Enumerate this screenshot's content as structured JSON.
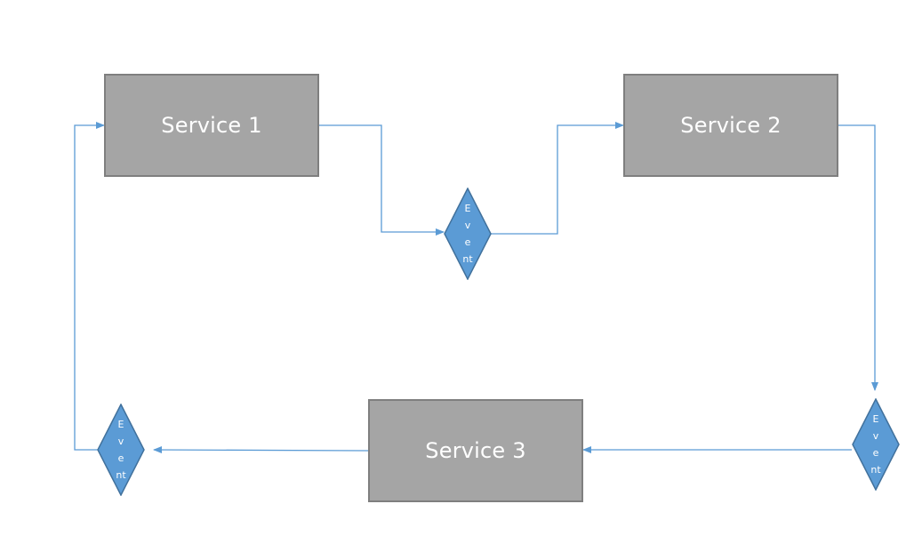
{
  "diagram": {
    "services": [
      {
        "id": "service-1",
        "label": "Service 1"
      },
      {
        "id": "service-2",
        "label": "Service 2"
      },
      {
        "id": "service-3",
        "label": "Service 3"
      }
    ],
    "events": [
      {
        "id": "event-1",
        "label": "Event"
      },
      {
        "id": "event-2",
        "label": "Event"
      },
      {
        "id": "event-3",
        "label": "Event"
      }
    ],
    "edges": [
      {
        "from": "service-1",
        "to": "event-1"
      },
      {
        "from": "event-1",
        "to": "service-2"
      },
      {
        "from": "service-2",
        "to": "event-2"
      },
      {
        "from": "event-2",
        "to": "service-3"
      },
      {
        "from": "service-3",
        "to": "event-3"
      },
      {
        "from": "event-3",
        "to": "service-1"
      }
    ],
    "colors": {
      "service_fill": "#a5a5a5",
      "service_border": "#7f7f7f",
      "event_fill": "#5b9bd5",
      "event_border": "#41719c",
      "connector": "#5b9bd5",
      "label_text": "#ffffff"
    }
  }
}
